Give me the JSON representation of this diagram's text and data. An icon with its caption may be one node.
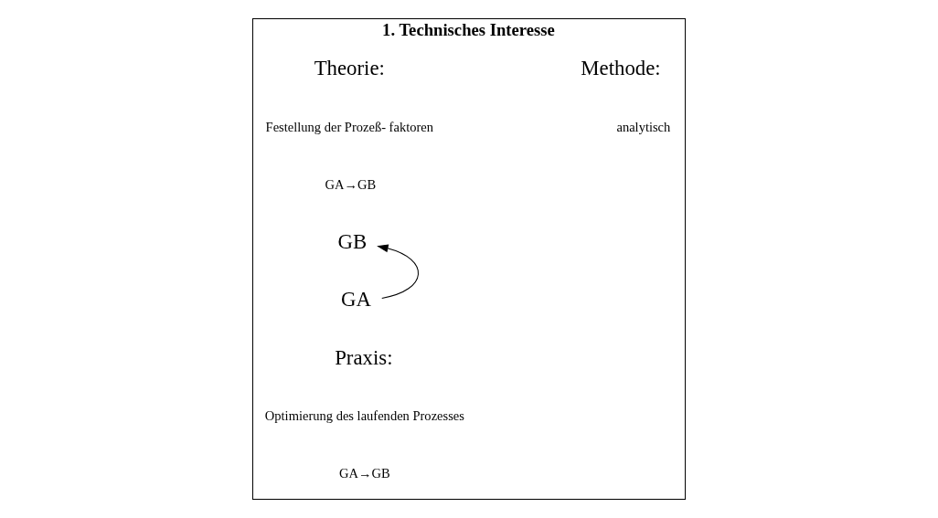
{
  "diagram": {
    "nodes": [
      {
        "text": [
          "1. Technisches Interesse"
        ]
      },
      {
        "text": [
          "GB"
        ],
        "in": 0
      },
      {
        "text": [
          "GA"
        ],
        "in": 0
      }
    ],
    "edges": [
      {
        "from": 2,
        "to": 1,
        "arrow": "to"
      }
    ],
    "labels": [
      "Theorie:",
      "Methode:",
      "Festellung der Prozeß- faktoren",
      "analytisch",
      "GA→GB",
      "Praxis:",
      "Optimierung des laufenden Prozesses",
      "GA→GB"
    ]
  }
}
